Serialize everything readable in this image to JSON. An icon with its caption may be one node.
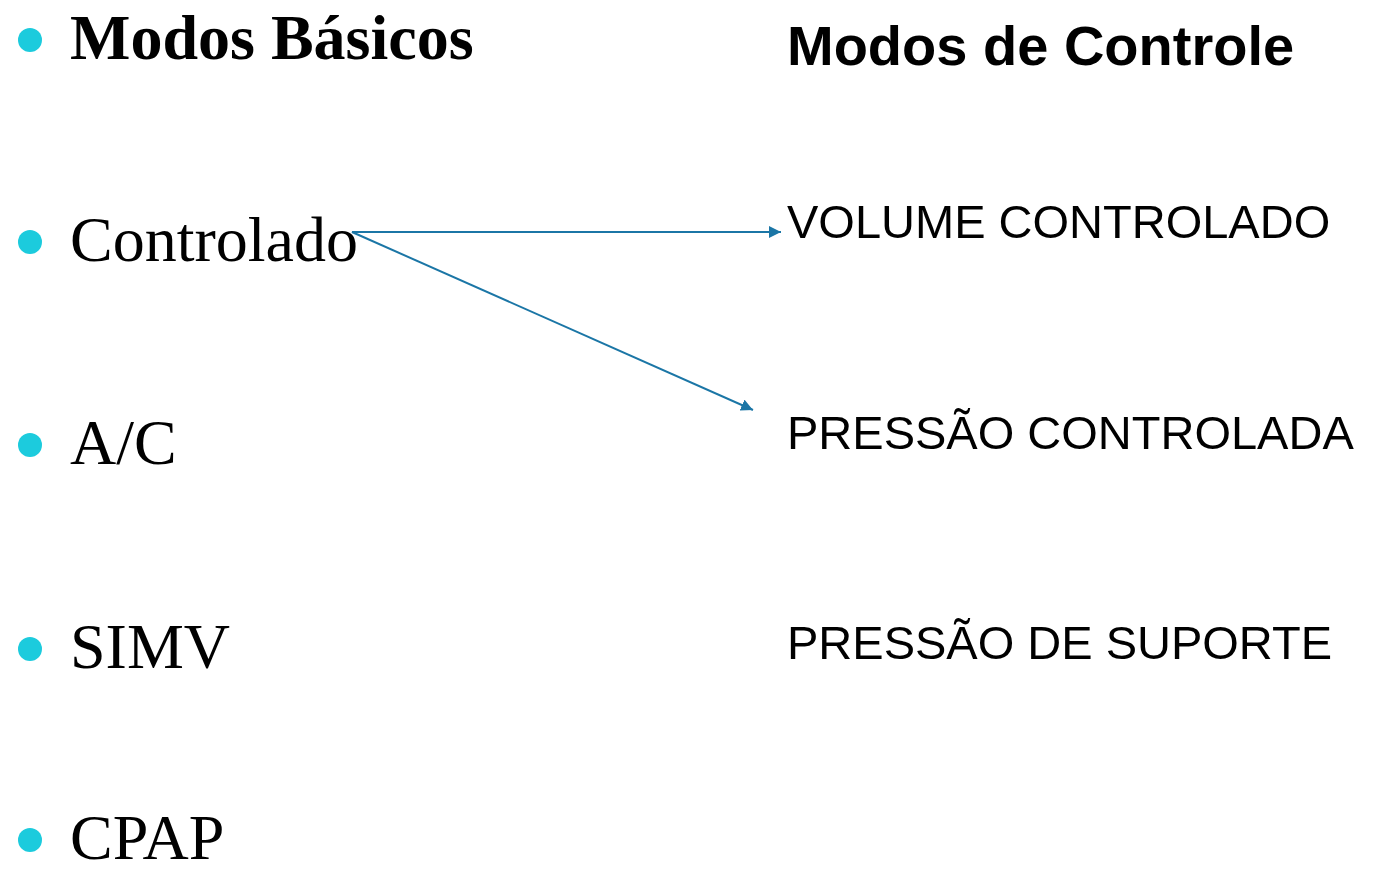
{
  "diagram": {
    "nodes": [
      {
        "text": [
          "Controlado"
        ]
      },
      {
        "text": [
          "VOLUME CONTROLADO"
        ]
      },
      {
        "text": [
          "PRESSÃO CONTROLADA"
        ]
      }
    ],
    "edges": [
      {
        "from": 0,
        "to": 1,
        "arrow": "to"
      },
      {
        "from": 0,
        "to": 2,
        "arrow": "to"
      }
    ],
    "labels": [
      "Modos Básicos",
      "Modos de Controle",
      "A/C",
      "SIMV",
      "PRESSÃO DE SUPORTE",
      "CPAP"
    ]
  }
}
